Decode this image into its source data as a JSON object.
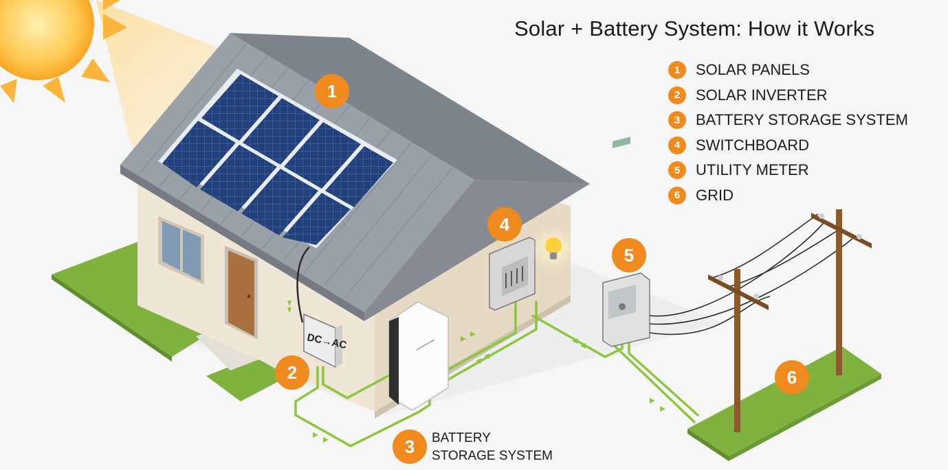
{
  "title": "Solar + Battery System: How it Works",
  "legend": [
    {
      "number": "1",
      "label": "SOLAR PANELS"
    },
    {
      "number": "2",
      "label": "SOLAR INVERTER"
    },
    {
      "number": "3",
      "label": "BATTERY STORAGE SYSTEM"
    },
    {
      "number": "4",
      "label": "SWITCHBOARD"
    },
    {
      "number": "5",
      "label": "UTILITY METER"
    },
    {
      "number": "6",
      "label": "GRID"
    }
  ],
  "inverter_label": "DC→AC",
  "caption": {
    "line1": "BATTERY",
    "line2": "STORAGE SYSTEM"
  },
  "badges": {
    "b1": "1",
    "b2": "2",
    "b3": "3",
    "b4": "4",
    "b5": "5",
    "b6": "6"
  },
  "colors": {
    "accent_orange": "#ef8a1f",
    "wire_green": "#8cc63f",
    "grass_green": "#7fb23f",
    "panel_blue": "#1f3a6e",
    "roof_gray": "#8c9199",
    "wall_cream": "#efe6d6",
    "pole_brown": "#8a5a2c"
  }
}
